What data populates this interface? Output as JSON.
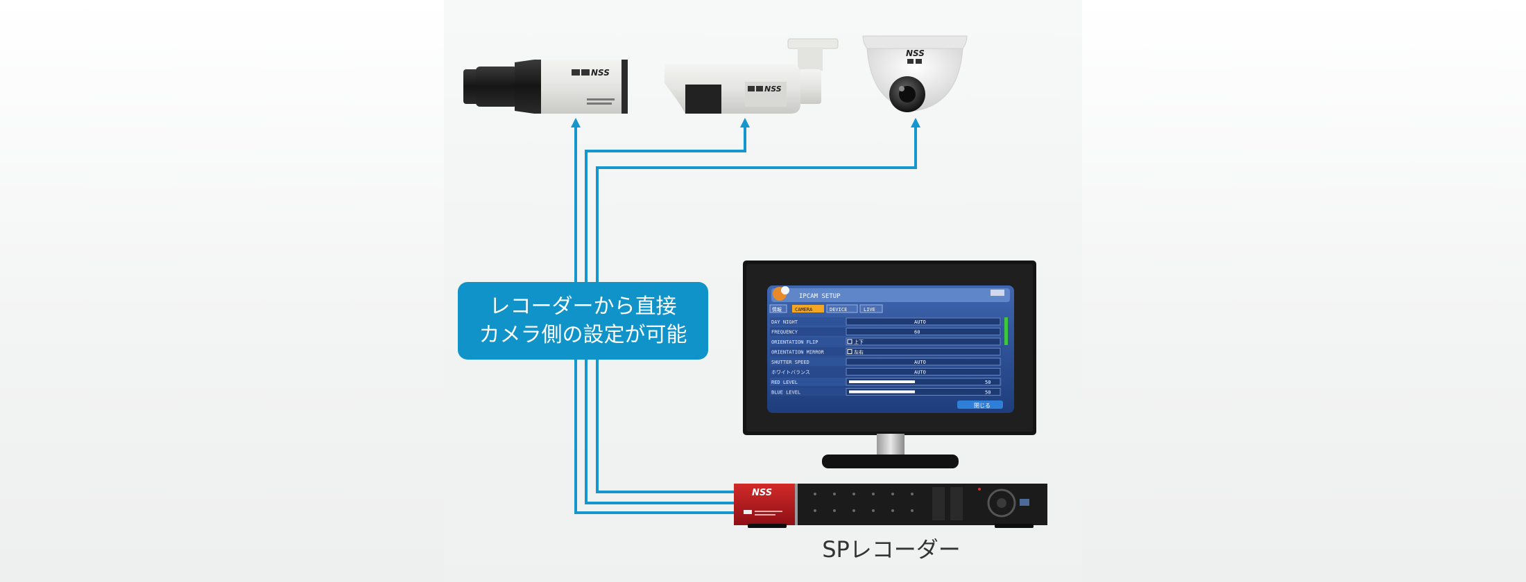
{
  "callout": {
    "line1": "レコーダーから直接",
    "line2": "カメラ側の設定が可能"
  },
  "recorder_label": "SPレコーダー",
  "brand": "NSS",
  "colors": {
    "connection": "#1596cf",
    "callout_bg": "#0f93c9",
    "recorder_red": "#b3141b",
    "monitor_screen": "#2a4f96"
  },
  "monitor_osd": {
    "title": "IPCAM SETUP",
    "tabs": [
      "情報",
      "CAMERA",
      "DEVICE",
      "LIVE"
    ],
    "rows": [
      {
        "label": "DAY NIGHT",
        "value": "AUTO"
      },
      {
        "label": "FREQUENCY",
        "value": "60"
      },
      {
        "label": "ORIENTATION FLIP",
        "value": "上下"
      },
      {
        "label": "ORIENTATION MIRROR",
        "value": "左右"
      },
      {
        "label": "SHUTTER SPEED",
        "value": "AUTO"
      },
      {
        "label": "ホワイトバランス",
        "value": "AUTO"
      },
      {
        "label": "RED LEVEL",
        "value": "50"
      },
      {
        "label": "BLUE LEVEL",
        "value": "50"
      }
    ],
    "button": "閉じる"
  },
  "icons": [
    "box-camera-icon",
    "bullet-camera-icon",
    "dome-camera-icon",
    "monitor-icon",
    "recorder-icon"
  ]
}
